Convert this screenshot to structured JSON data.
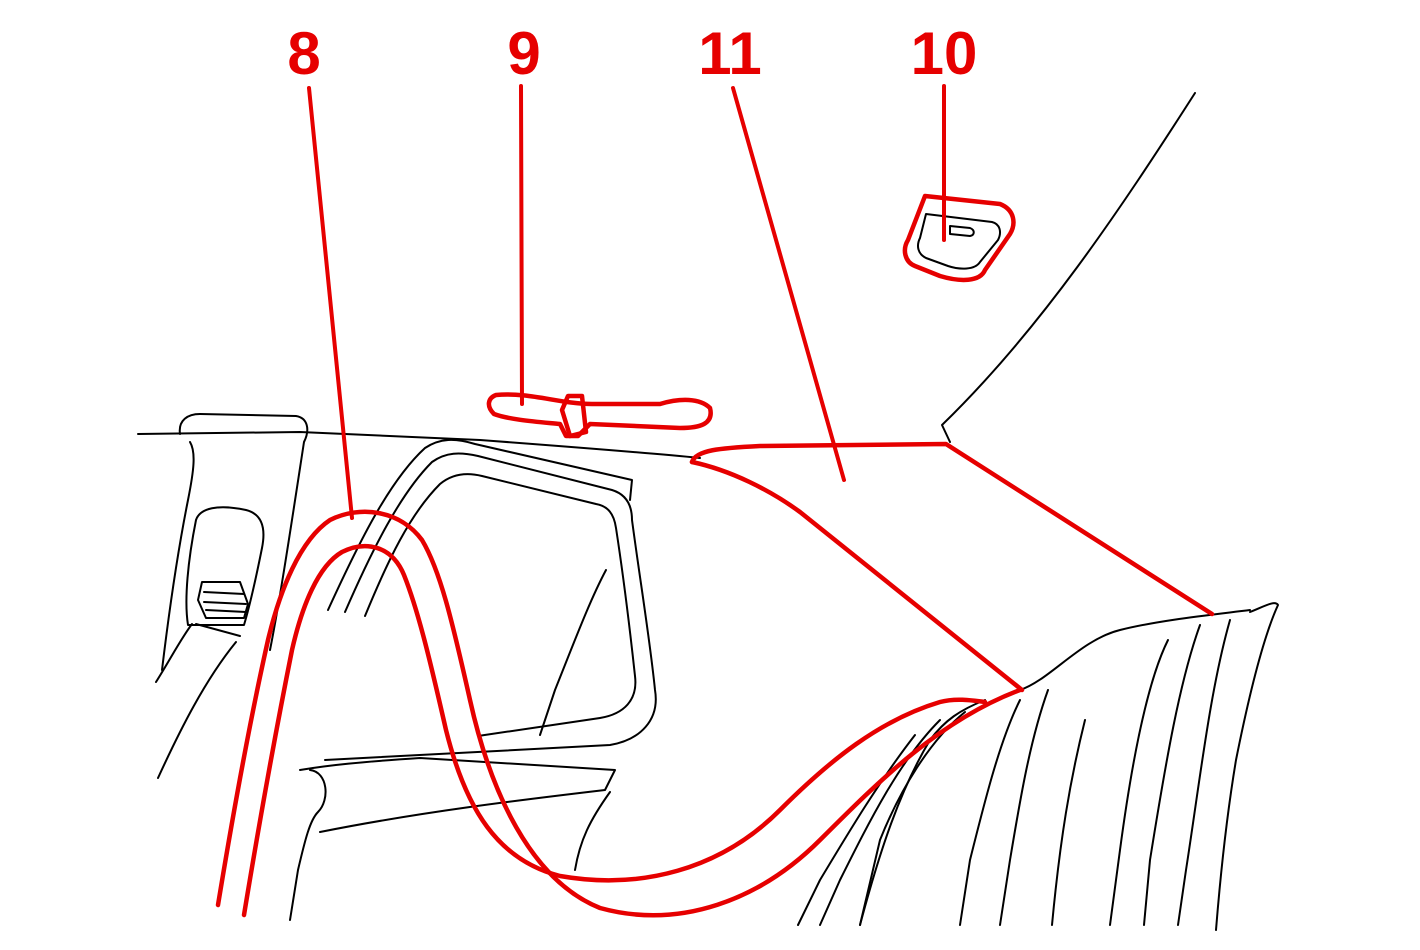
{
  "colors": {
    "callout": "#e60000",
    "outline": "#000000",
    "background": "#ffffff"
  },
  "callouts": [
    {
      "id": "8",
      "label": "8"
    },
    {
      "id": "9",
      "label": "9"
    },
    {
      "id": "11",
      "label": "11"
    },
    {
      "id": "10",
      "label": "10"
    }
  ]
}
